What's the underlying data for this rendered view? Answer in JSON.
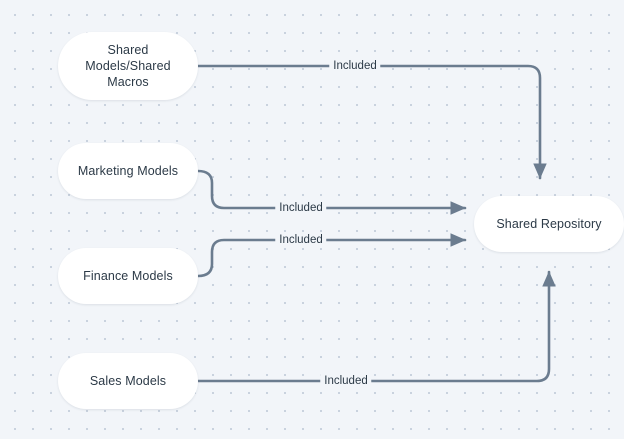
{
  "diagram": {
    "type": "flow",
    "background_color": "#f2f5f9",
    "dot_color": "#c9d2de",
    "edge_color": "#6b7c8f",
    "node_fill": "#ffffff",
    "text_color": "#2c3a47",
    "nodes": [
      {
        "id": "shared-models",
        "label": "Shared\nModels/Shared\nMacros",
        "lines": [
          "Shared",
          "Models/Shared",
          "Macros"
        ]
      },
      {
        "id": "marketing-models",
        "label": "Marketing Models",
        "lines": [
          "Marketing Models"
        ]
      },
      {
        "id": "finance-models",
        "label": "Finance Models",
        "lines": [
          "Finance Models"
        ]
      },
      {
        "id": "sales-models",
        "label": "Sales Models",
        "lines": [
          "Sales Models"
        ]
      },
      {
        "id": "shared-repository",
        "label": "Shared Repository",
        "lines": [
          "Shared Repository"
        ]
      }
    ],
    "edges": [
      {
        "from": "shared-models",
        "to": "shared-repository",
        "label": "Included"
      },
      {
        "from": "marketing-models",
        "to": "shared-repository",
        "label": "Included"
      },
      {
        "from": "finance-models",
        "to": "shared-repository",
        "label": "Included"
      },
      {
        "from": "sales-models",
        "to": "shared-repository",
        "label": "Included"
      }
    ]
  }
}
